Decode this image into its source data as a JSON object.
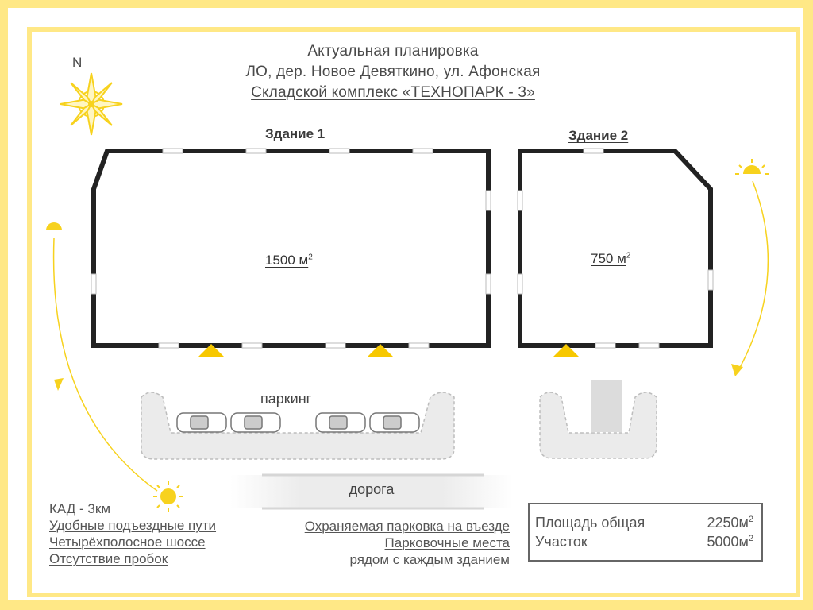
{
  "title": {
    "line1": "Актуальная планировка",
    "line2": "ЛО, дер. Новое Девяткино, ул. Афонская",
    "line3": "Складской комплекс «ТЕХНОПАРК - 3»"
  },
  "compass": {
    "label": "N"
  },
  "buildings": [
    {
      "label": "Здание 1",
      "area": "1500 м",
      "area_sup": "2"
    },
    {
      "label": "Здание 2",
      "area": "750 м",
      "area_sup": "2"
    }
  ],
  "parking": {
    "label": "паркинг"
  },
  "road": {
    "label": "дорога"
  },
  "features_left": [
    "КАД - 3км",
    "Удобные подъездные пути",
    "Четырёхполосное шоссе",
    "Отсутствие пробок"
  ],
  "features_mid": [
    "Охраняемая парковка на въезде",
    "Парковочные места",
    "рядом с каждым зданием"
  ],
  "stats": [
    {
      "label": "Площадь общая",
      "value": "2250м",
      "sup": "2"
    },
    {
      "label": "Участок",
      "value": "5000м",
      "sup": "2"
    }
  ],
  "colors": {
    "accent": "#ffe886",
    "sun": "#f7d21e",
    "wall": "#222222"
  }
}
